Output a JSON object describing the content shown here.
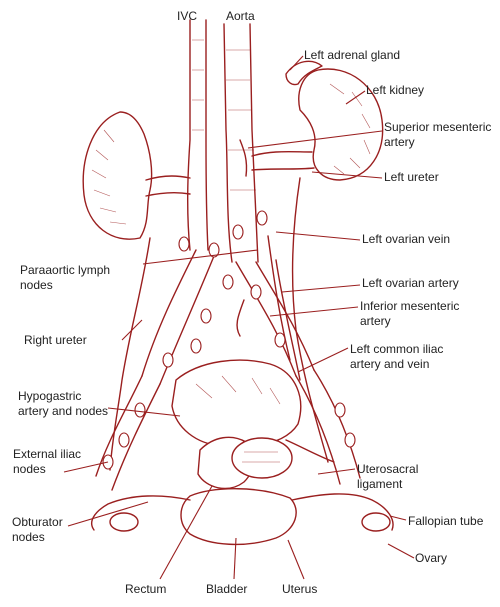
{
  "diagram": {
    "accent_color": "#9a1f1f",
    "label_color": "#222222",
    "labels": {
      "ivc": "IVC",
      "aorta": "Aorta",
      "left_adrenal_gland": "Left adrenal gland",
      "left_kidney": "Left kidney",
      "superior_mesenteric_artery": "Superior mesenteric\nartery",
      "left_ureter": "Left ureter",
      "left_ovarian_vein": "Left ovarian vein",
      "paraaortic_lymph_nodes": "Paraaortic lymph\nnodes",
      "left_ovarian_artery": "Left ovarian artery",
      "inferior_mesenteric_artery": "Inferior mesenteric\nartery",
      "right_ureter": "Right ureter",
      "left_common_iliac": "Left common iliac\nartery and vein",
      "hypogastric_artery_nodes": "Hypogastric\nartery and nodes",
      "external_iliac_nodes": "External iliac\nnodes",
      "uterosacral_ligament": "Uterosacral\nligament",
      "obturator_nodes": "Obturator\nnodes",
      "fallopian_tube": "Fallopian tube",
      "ovary": "Ovary",
      "rectum": "Rectum",
      "bladder": "Bladder",
      "uterus": "Uterus"
    }
  }
}
